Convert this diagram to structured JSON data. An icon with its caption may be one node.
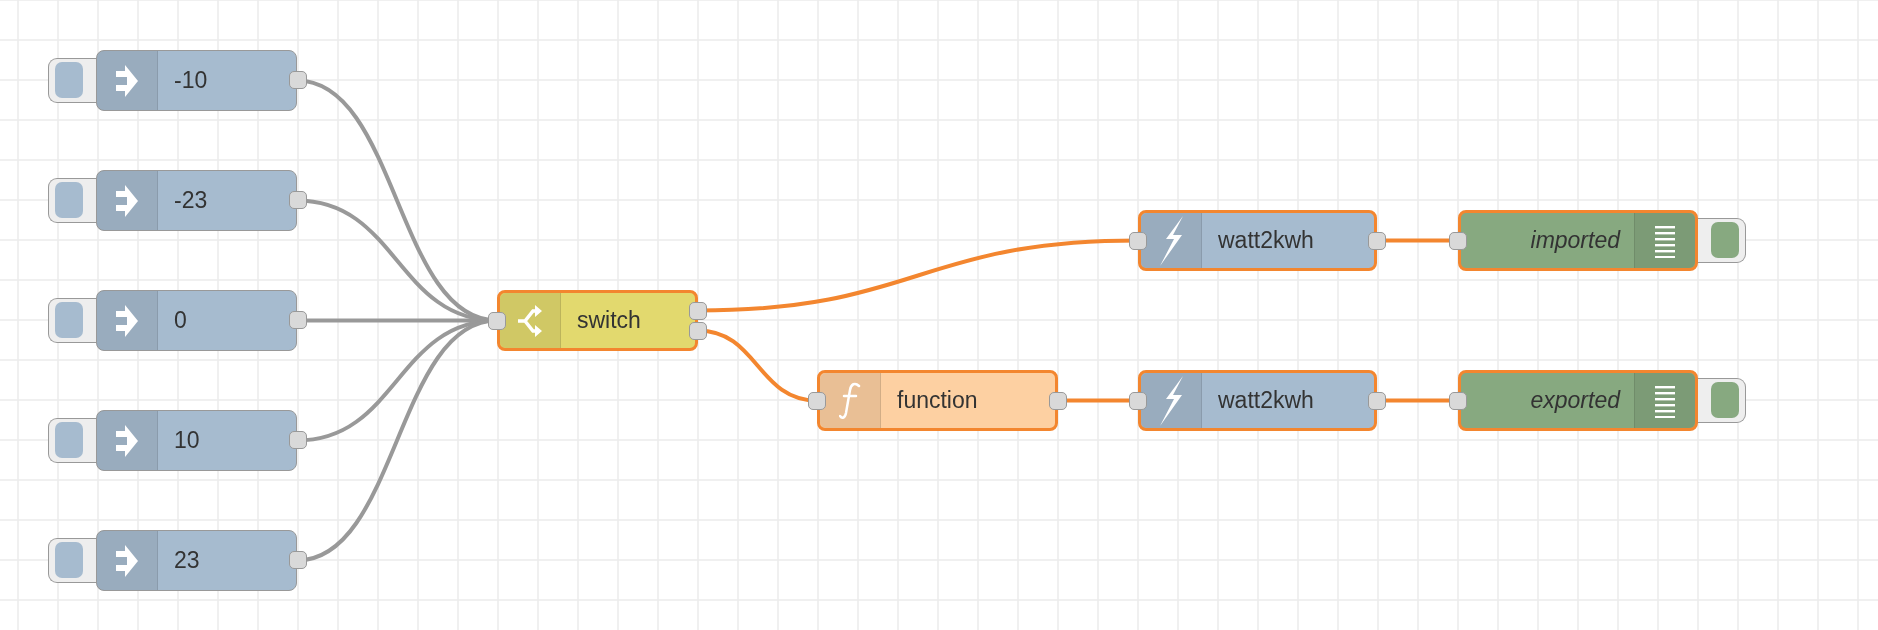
{
  "diagram": {
    "nodes": [
      {
        "text": [
          "-10"
        ]
      },
      {
        "text": [
          "-23"
        ]
      },
      {
        "text": [
          "0"
        ]
      },
      {
        "text": [
          "10"
        ]
      },
      {
        "text": [
          "23"
        ]
      },
      {
        "text": [
          "switch"
        ]
      },
      {
        "text": [
          "function"
        ]
      },
      {
        "text": [
          "watt2kwh"
        ]
      },
      {
        "text": [
          "watt2kwh"
        ]
      },
      {
        "text": [
          "imported"
        ]
      },
      {
        "text": [
          "exported"
        ]
      }
    ],
    "edges": [
      {
        "from": 0,
        "to": 5,
        "arrow": "none"
      },
      {
        "from": 1,
        "to": 5,
        "arrow": "none"
      },
      {
        "from": 2,
        "to": 5,
        "arrow": "none"
      },
      {
        "from": 3,
        "to": 5,
        "arrow": "none"
      },
      {
        "from": 4,
        "to": 5,
        "arrow": "none"
      },
      {
        "from": 5,
        "to": 7,
        "arrow": "none",
        "color": "#f3862f"
      },
      {
        "from": 5,
        "to": 6,
        "arrow": "none",
        "color": "#f3862f"
      },
      {
        "from": 6,
        "to": 8,
        "arrow": "none",
        "color": "#f3862f"
      },
      {
        "from": 7,
        "to": 9,
        "arrow": "none",
        "color": "#f3862f"
      },
      {
        "from": 8,
        "to": 10,
        "arrow": "none",
        "color": "#f3862f"
      }
    ]
  }
}
